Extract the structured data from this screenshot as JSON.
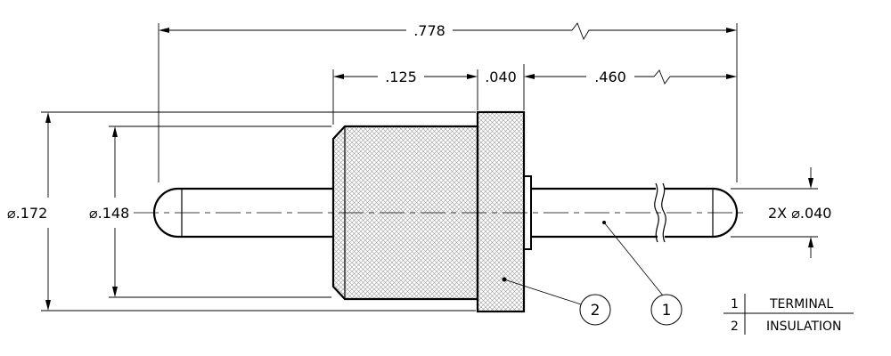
{
  "dimensions": {
    "overall_length": ".778",
    "insulation_length": ".125",
    "flange_thickness": ".040",
    "pin_length": ".460",
    "flange_diameter": "⌀.172",
    "body_diameter": "⌀.148",
    "pin_diameter": "2X ⌀.040"
  },
  "balloons": [
    "2",
    "1"
  ],
  "legend": [
    {
      "number": "1",
      "label": "TERMINAL"
    },
    {
      "number": "2",
      "label": "INSULATION"
    }
  ],
  "colors": {
    "line": "#000000",
    "hatch": "#9a9a9a",
    "background": "#ffffff"
  }
}
